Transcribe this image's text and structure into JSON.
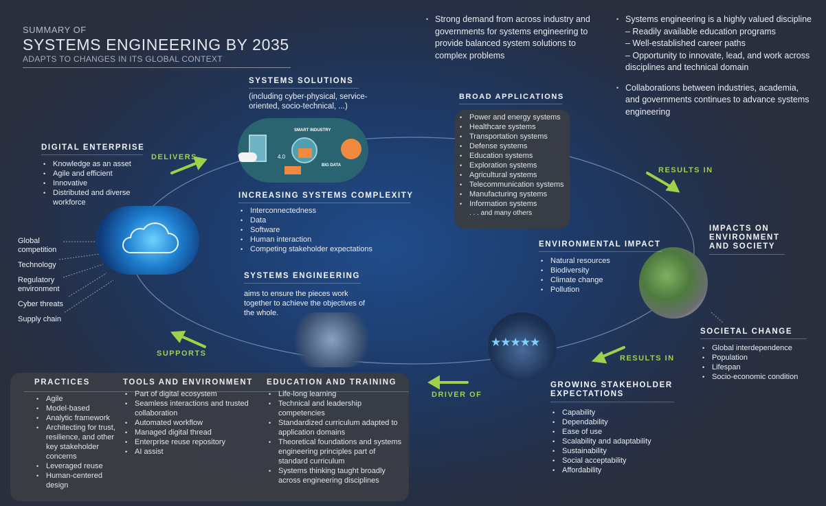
{
  "title": {
    "pre": "SUMMARY OF",
    "main": "SYSTEMS ENGINEERING BY 2035",
    "sub": "ADAPTS TO CHANGES IN ITS GLOBAL CONTEXT"
  },
  "top_middle": [
    "Strong demand from across industry and governments for systems engineering to provide balanced system solutions to complex problems"
  ],
  "top_right": {
    "b1": "Systems engineering is a highly valued discipline",
    "b1_sub": [
      "– Readily available education programs",
      "– Well-established career paths",
      "– Opportunity to innovate, lead, and work across disciplines and  technical domain"
    ],
    "b2": "Collaborations between industries, academia, and governments continues to advance systems engineering"
  },
  "systems_solutions": {
    "heading": "SYSTEMS SOLUTIONS",
    "sub": "(including cyber-physical, service-oriented, socio-technical, ...)"
  },
  "broad_applications": {
    "heading": "BROAD APPLICATIONS",
    "items": [
      "Power and energy systems",
      "Healthcare systems",
      "Transportation systems",
      "Defense systems",
      "Education systems",
      "Exploration systems",
      "Agricultural systems",
      "Telecommunication systems",
      "Manufacturing systems",
      "Information systems"
    ],
    "tail": ". . . and many others"
  },
  "digital_enterprise": {
    "heading": "DIGITAL ENTERPRISE",
    "items": [
      "Knowledge as an asset",
      "Agile and efficient",
      "Innovative",
      "Distributed and  diverse workforce"
    ]
  },
  "complexity": {
    "heading": "INCREASING SYSTEMS COMPLEXITY",
    "items": [
      "Interconnectedness",
      "Data",
      "Software",
      "Human interaction",
      "Competing stakeholder expectations"
    ]
  },
  "context_factors": [
    "Global competition",
    "Technology",
    "Regulatory environment",
    "Cyber threats",
    "Supply chain"
  ],
  "systems_engineering": {
    "heading": "SYSTEMS ENGINEERING",
    "text": "aims to ensure the pieces work together to achieve the objectives of the whole."
  },
  "impacts": {
    "heading": "IMPACTS ON ENVIRONMENT AND SOCIETY"
  },
  "environmental": {
    "heading": "ENVIRONMENTAL IMPACT",
    "items": [
      "Natural resources",
      "Biodiversity",
      "Climate change",
      "Pollution"
    ]
  },
  "societal": {
    "heading": "SOCIETAL CHANGE",
    "items": [
      "Global interdependence",
      "Population",
      "Lifespan",
      "Socio-economic condition"
    ]
  },
  "stakeholder": {
    "heading": "GROWING STAKEHOLDER EXPECTATIONS",
    "items": [
      "Capability",
      "Dependability",
      "Ease of use",
      "Scalability and adaptability",
      "Sustainability",
      "Social acceptability",
      "Affordability"
    ]
  },
  "flow_labels": {
    "delivers": "DELIVERS",
    "results_in_1": "RESULTS IN",
    "results_in_2": "RESULTS IN",
    "driver_of": "DRIVER OF",
    "supports": "SUPPORTS"
  },
  "practices": {
    "heading": "PRACTICES",
    "items": [
      "Agile",
      "Model-based",
      "Analytic framework",
      "Architecting for trust, resilience, and other key stakeholder concerns",
      "Leveraged reuse",
      "Human-centered design"
    ]
  },
  "tools": {
    "heading": "TOOLS AND ENVIRONMENT",
    "items": [
      "Part of digital ecosystem",
      "Seamless interactions and trusted collaboration",
      "Automated workflow",
      "Managed digital thread",
      "Enterprise reuse repository",
      "AI assist"
    ]
  },
  "education": {
    "heading": "EDUCATION AND TRAINING",
    "items": [
      "Life-long learning",
      "Technical and leadership competencies",
      "Standardized curriculum adapted to application domains",
      "Theoretical foundations and systems engineering principles part of standard curriculum",
      "Systems thinking taught broadly across engineering disciplines"
    ]
  },
  "image_text": {
    "smart": "SMART INDUSTRY",
    "four": "4.0",
    "bigdata": "BIG DATA"
  },
  "colors": {
    "accent": "#9fd14a",
    "box": "#3a3d44"
  }
}
